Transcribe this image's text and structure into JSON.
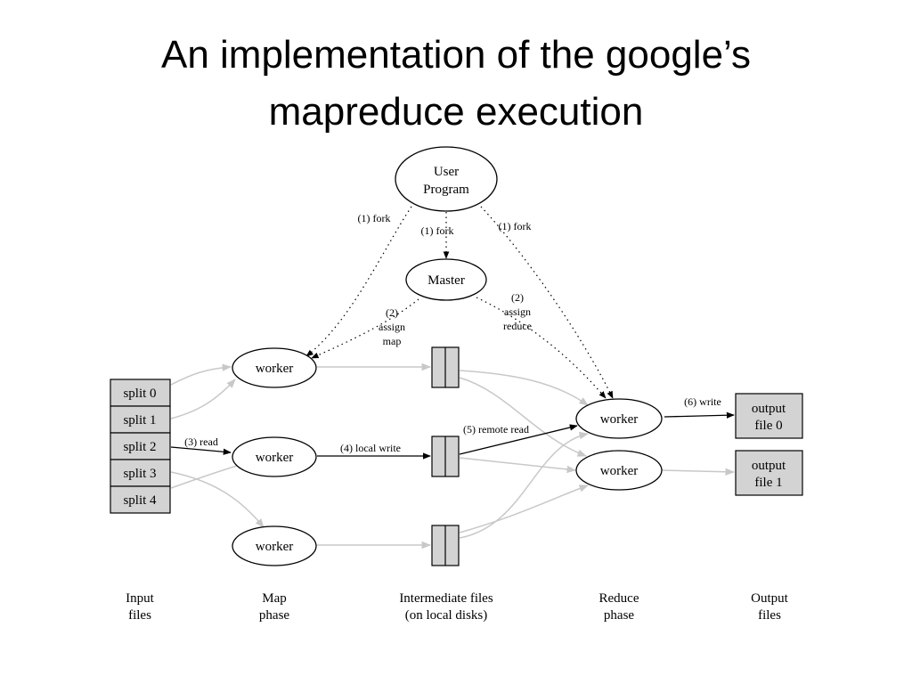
{
  "slide": {
    "title_line1": "An implementation of the google’s",
    "title_line2": "mapreduce execution"
  },
  "diagram": {
    "user_program_line1": "User",
    "user_program_line2": "Program",
    "master": "Master",
    "fork_left": "(1) fork",
    "fork_center": "(1) fork",
    "fork_right": "(1) fork",
    "assign_map_1": "(2)",
    "assign_map_2": "assign",
    "assign_map_3": "map",
    "assign_reduce_1": "(2)",
    "assign_reduce_2": "assign",
    "assign_reduce_3": "reduce",
    "worker_map_1": "worker",
    "worker_map_2": "worker",
    "worker_map_3": "worker",
    "worker_reduce_1": "worker",
    "worker_reduce_2": "worker",
    "splits": [
      "split 0",
      "split 1",
      "split 2",
      "split 3",
      "split 4"
    ],
    "read": "(3) read",
    "local_write": "(4) local write",
    "remote_read": "(5) remote read",
    "write": "(6) write",
    "output_0_line1": "output",
    "output_0_line2": "file 0",
    "output_1_line1": "output",
    "output_1_line2": "file 1",
    "footer_input_1": "Input",
    "footer_input_2": "files",
    "footer_map_1": "Map",
    "footer_map_2": "phase",
    "footer_intermediate_1": "Intermediate files",
    "footer_intermediate_2": "(on local disks)",
    "footer_reduce_1": "Reduce",
    "footer_reduce_2": "phase",
    "footer_output_1": "Output",
    "footer_output_2": "files"
  },
  "colors": {
    "box_fill": "#d3d3d3",
    "gray_arrow": "#c8c8c8",
    "line": "#000000"
  }
}
